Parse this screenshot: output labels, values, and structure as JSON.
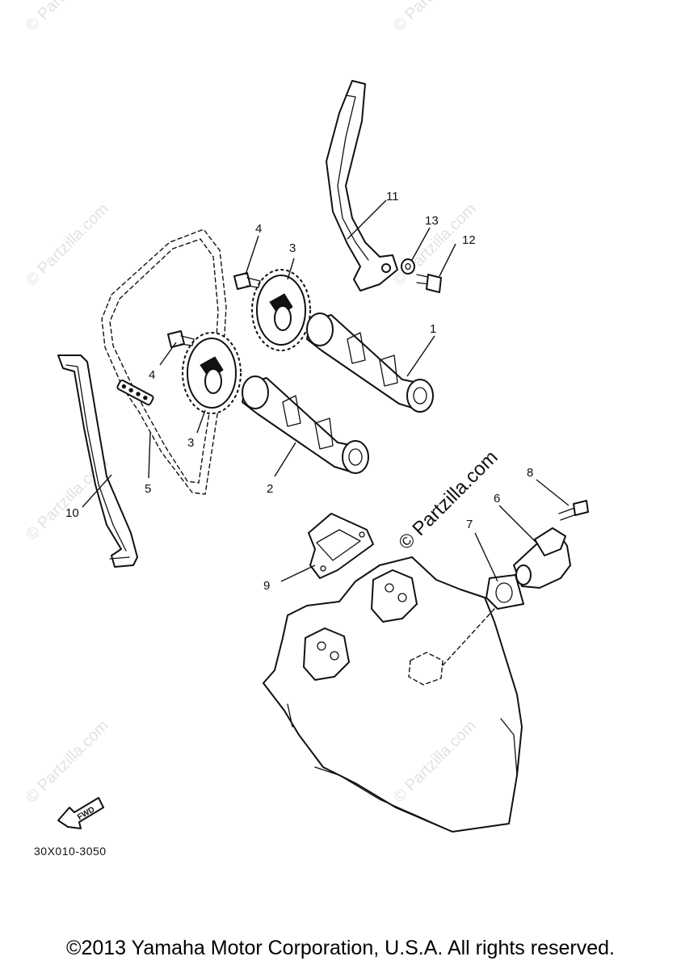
{
  "diagram": {
    "callouts": [
      "1",
      "2",
      "3",
      "3",
      "4",
      "4",
      "5",
      "6",
      "7",
      "8",
      "9",
      "10",
      "11",
      "12",
      "13"
    ],
    "fwd_label": "FWD",
    "reference_code": "30X010-3050",
    "watermark": "© Partzilla.com",
    "copyright": "©2013 Yamaha Motor Corporation, U.S.A. All rights reserved."
  }
}
